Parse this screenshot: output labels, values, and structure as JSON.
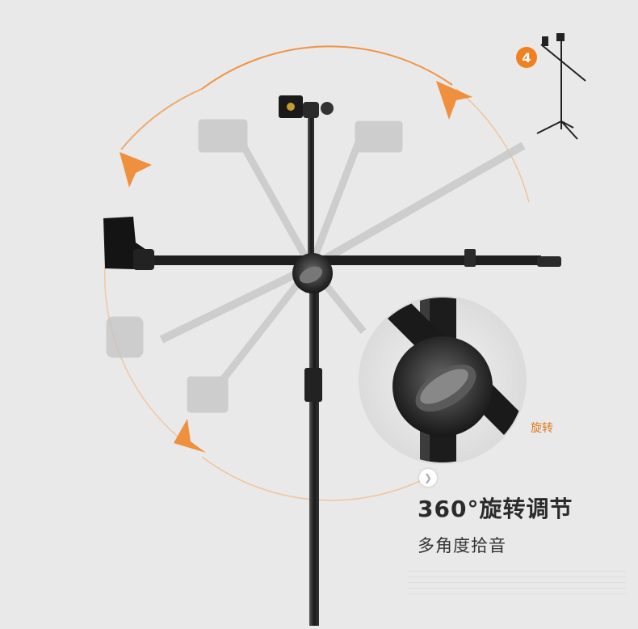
{
  "badge": {
    "step_number": "4"
  },
  "callout": {
    "rotate_label": "旋转"
  },
  "headline": {
    "title": "360°旋转调节",
    "subtitle": "多角度拾音"
  },
  "icons": {
    "next": "chevron-right-icon"
  },
  "colors": {
    "accent": "#f08020",
    "background": "#e9e9e9",
    "stand": "#1a1a1a",
    "ghost": "#b9b9b9"
  }
}
